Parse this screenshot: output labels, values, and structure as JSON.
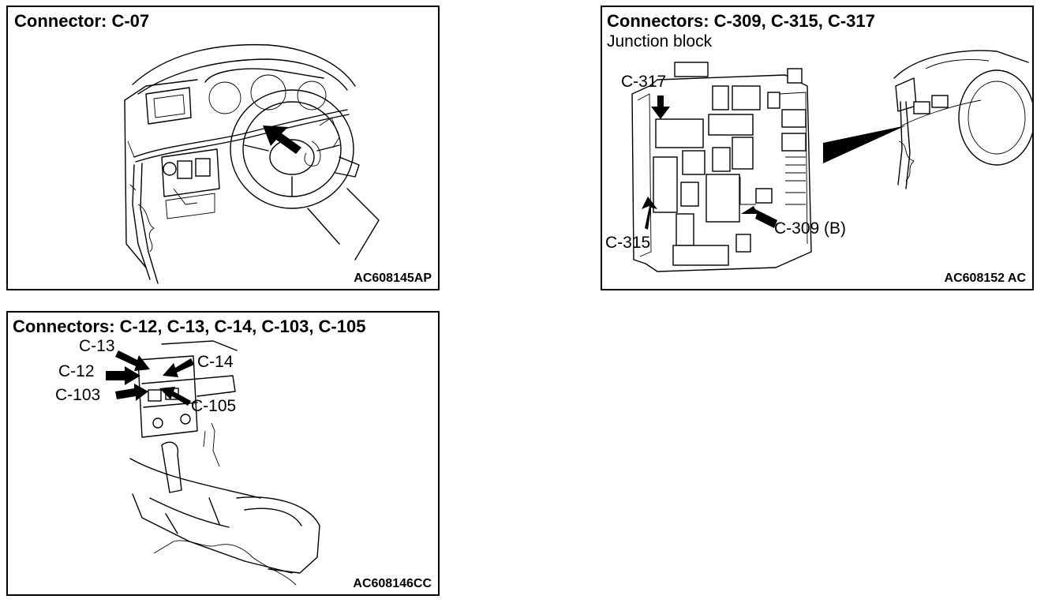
{
  "panels": [
    {
      "title": "Connector: C-07",
      "subtitle": "",
      "code": "AC608145AP",
      "callouts": []
    },
    {
      "title": "Connectors: C-309, C-315, C-317",
      "subtitle": "Junction block",
      "code": "AC608152 AC",
      "callouts": [
        "C-317",
        "C-315",
        "C-309 (B)"
      ]
    },
    {
      "title": "Connectors: C-12, C-13, C-14, C-103, C-105",
      "subtitle": "",
      "code": "AC608146CC",
      "callouts": [
        "C-13",
        "C-12",
        "C-103",
        "C-14",
        "C-105"
      ]
    }
  ]
}
